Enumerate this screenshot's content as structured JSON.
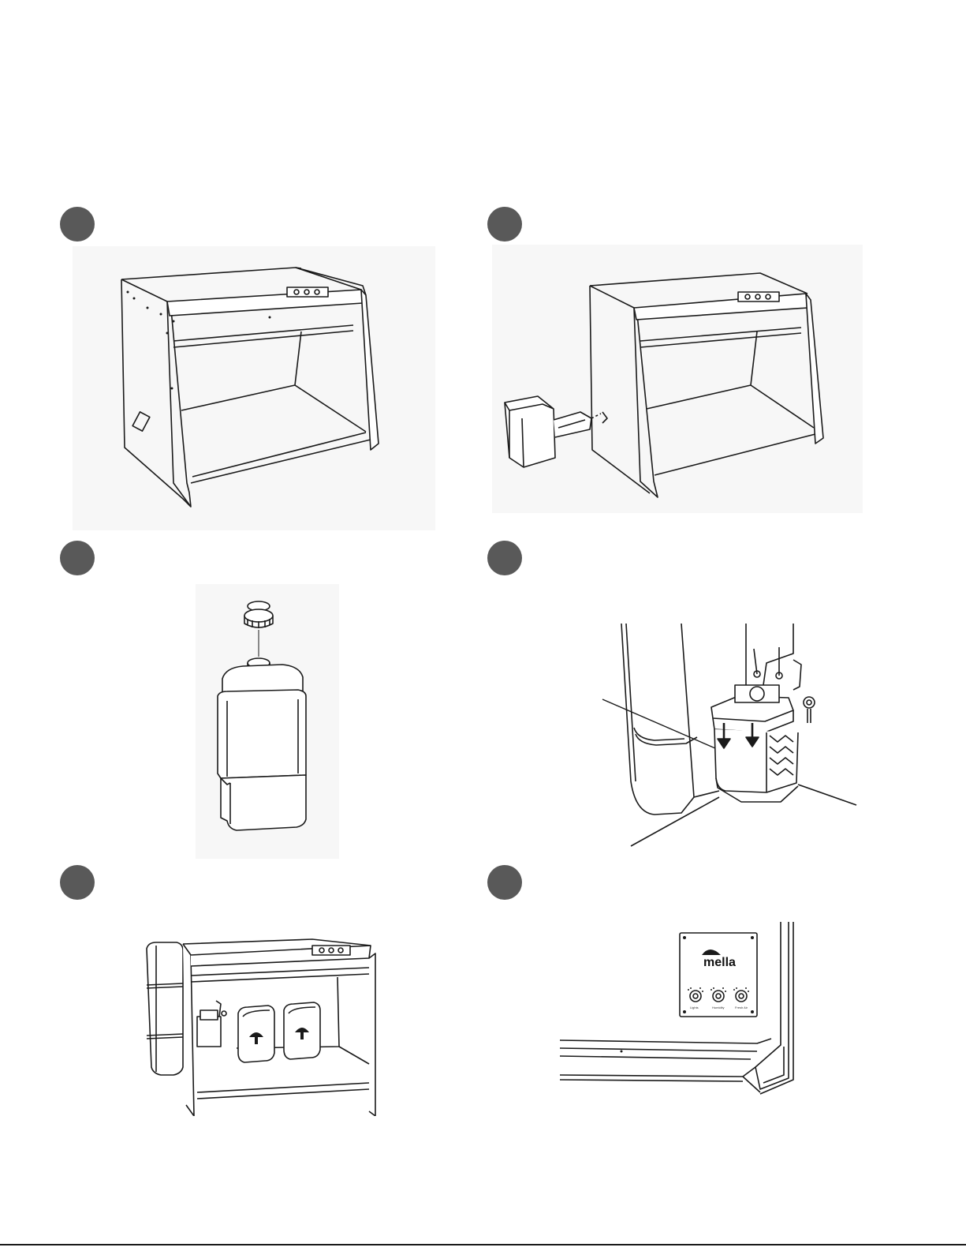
{
  "steps": [
    {
      "badge": "step-1"
    },
    {
      "badge": "step-2"
    },
    {
      "badge": "step-3"
    },
    {
      "badge": "step-4"
    },
    {
      "badge": "step-5"
    },
    {
      "badge": "step-6"
    }
  ],
  "control_panel": {
    "brand": "mella",
    "brand_tagline": "",
    "knob_labels": [
      "Lights",
      "Humidity",
      "Fresh Air"
    ]
  },
  "colors": {
    "badge": "#595959",
    "line": "#1a1a1a",
    "panel_background": "#f7f7f7"
  },
  "icons": [
    "mushroom-icon",
    "fan-icon",
    "dial-icon"
  ]
}
